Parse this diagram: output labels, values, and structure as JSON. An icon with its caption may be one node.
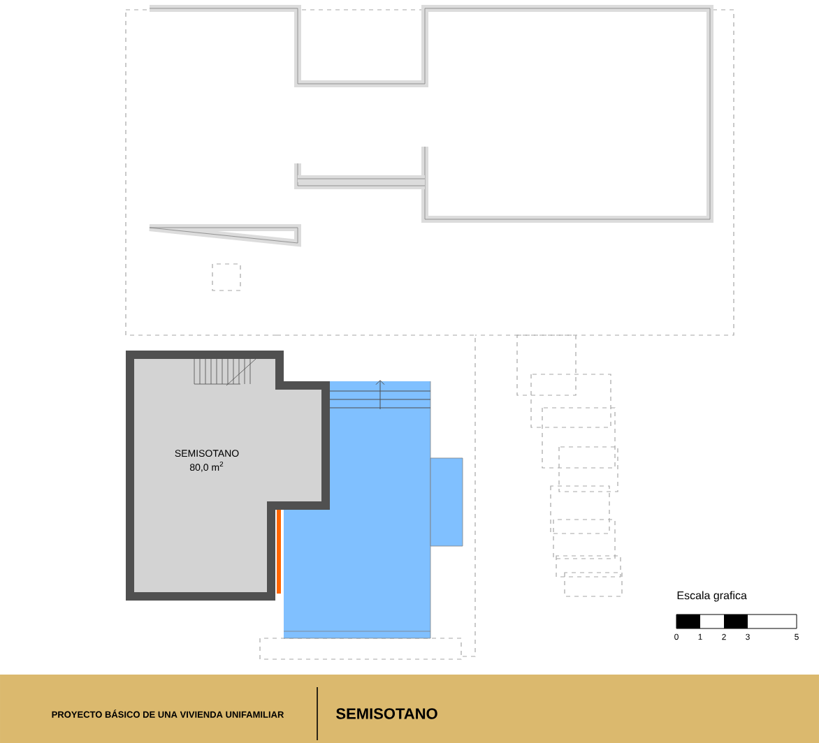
{
  "diagram": {
    "title": "SEMISOTANO",
    "nodes": [
      {
        "text": [
          "SEMISOTANO",
          "80,0 m$^{2}$"
        ]
      }
    ],
    "labels": [
      "Escala grafica",
      "0",
      "1",
      "2",
      "3",
      "5",
      "PROYECTO BÁSICO DE UNA VIVIENDA UNIFAMILIAR"
    ]
  }
}
